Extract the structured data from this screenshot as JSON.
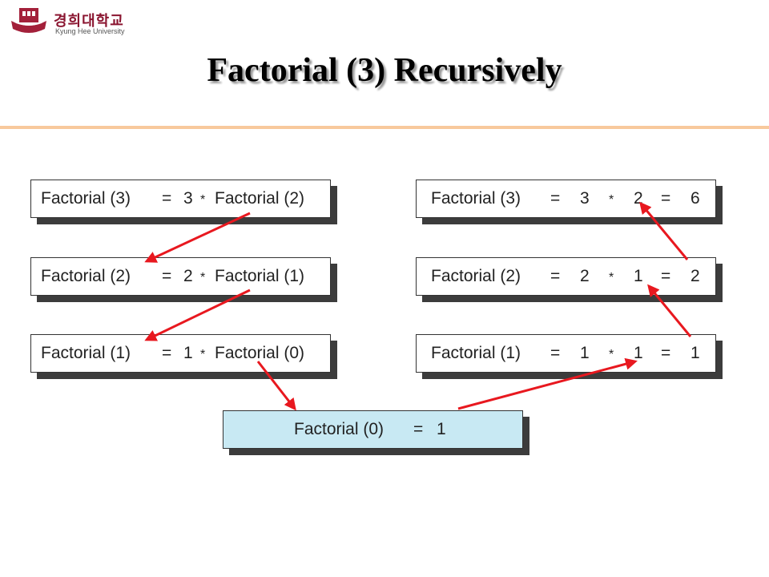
{
  "logo": {
    "name_kr": "경희대학교",
    "name_en": "Kyung Hee University"
  },
  "title": "Factorial (3) Recursively",
  "left": [
    {
      "call": "Factorial (3)",
      "eq": "=",
      "n": "3",
      "op": "*",
      "next": "Factorial (2)"
    },
    {
      "call": "Factorial (2)",
      "eq": "=",
      "n": "2",
      "op": "*",
      "next": "Factorial (1)"
    },
    {
      "call": "Factorial (1)",
      "eq": "=",
      "n": "1",
      "op": "*",
      "next": "Factorial (0)"
    }
  ],
  "base": {
    "call": "Factorial (0)",
    "eq": "=",
    "result": "1"
  },
  "right": [
    {
      "call": "Factorial (3)",
      "eq1": "=",
      "a": "3",
      "op": "*",
      "b": "2",
      "eq2": "=",
      "result": "6"
    },
    {
      "call": "Factorial (2)",
      "eq1": "=",
      "a": "2",
      "op": "*",
      "b": "1",
      "eq2": "=",
      "result": "2"
    },
    {
      "call": "Factorial (1)",
      "eq1": "=",
      "a": "1",
      "op": "*",
      "b": "1",
      "eq2": "=",
      "result": "1"
    }
  ],
  "colors": {
    "arrow": "#e8181f",
    "base_fill": "#c8e9f3",
    "rule": "#f8c99c"
  }
}
